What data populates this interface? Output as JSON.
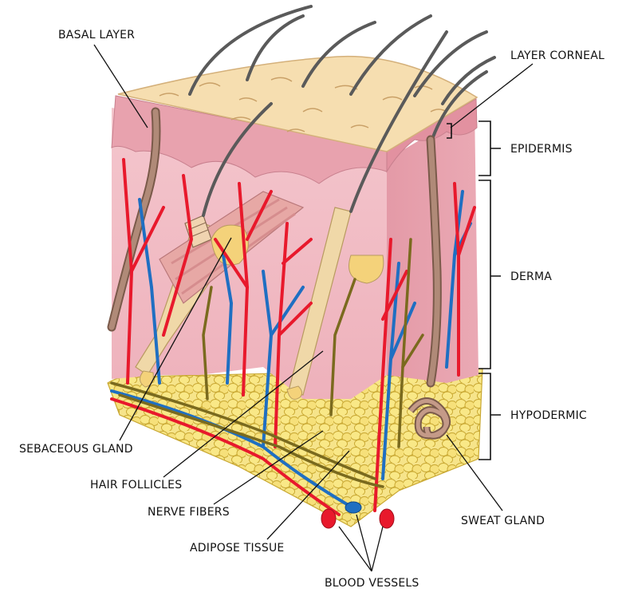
{
  "labels": {
    "basal_layer": "BASAL LAYER",
    "layer_corneal": "LAYER CORNEAL",
    "epidermis": "EPIDERMIS",
    "derma": "DERMA",
    "hypodermic": "HYPODERMIC",
    "sebaceous_gland": "SEBACEOUS GLAND",
    "hair_follicles": "HAIR FOLLICLES",
    "nerve_fibers": "NERVE FIBERS",
    "adipose_tissue": "ADIPOSE TISSUE",
    "blood_vessels": "BLOOD VESSELS",
    "sweat_gland": "SWEAT GLAND"
  },
  "colors": {
    "derma": "#f1bcc4",
    "derma_side": "#e59aa7",
    "epidermis_top": "#f5dcb0",
    "epidermis_band": "#e6a9b3",
    "adipose": "#f2dc72",
    "adipose_edge": "#c9a832",
    "artery": "#e8192c",
    "vein": "#1f6fc2",
    "nerve": "#7a6a1e",
    "hair": "#555555",
    "gland": "#a07a6a"
  }
}
